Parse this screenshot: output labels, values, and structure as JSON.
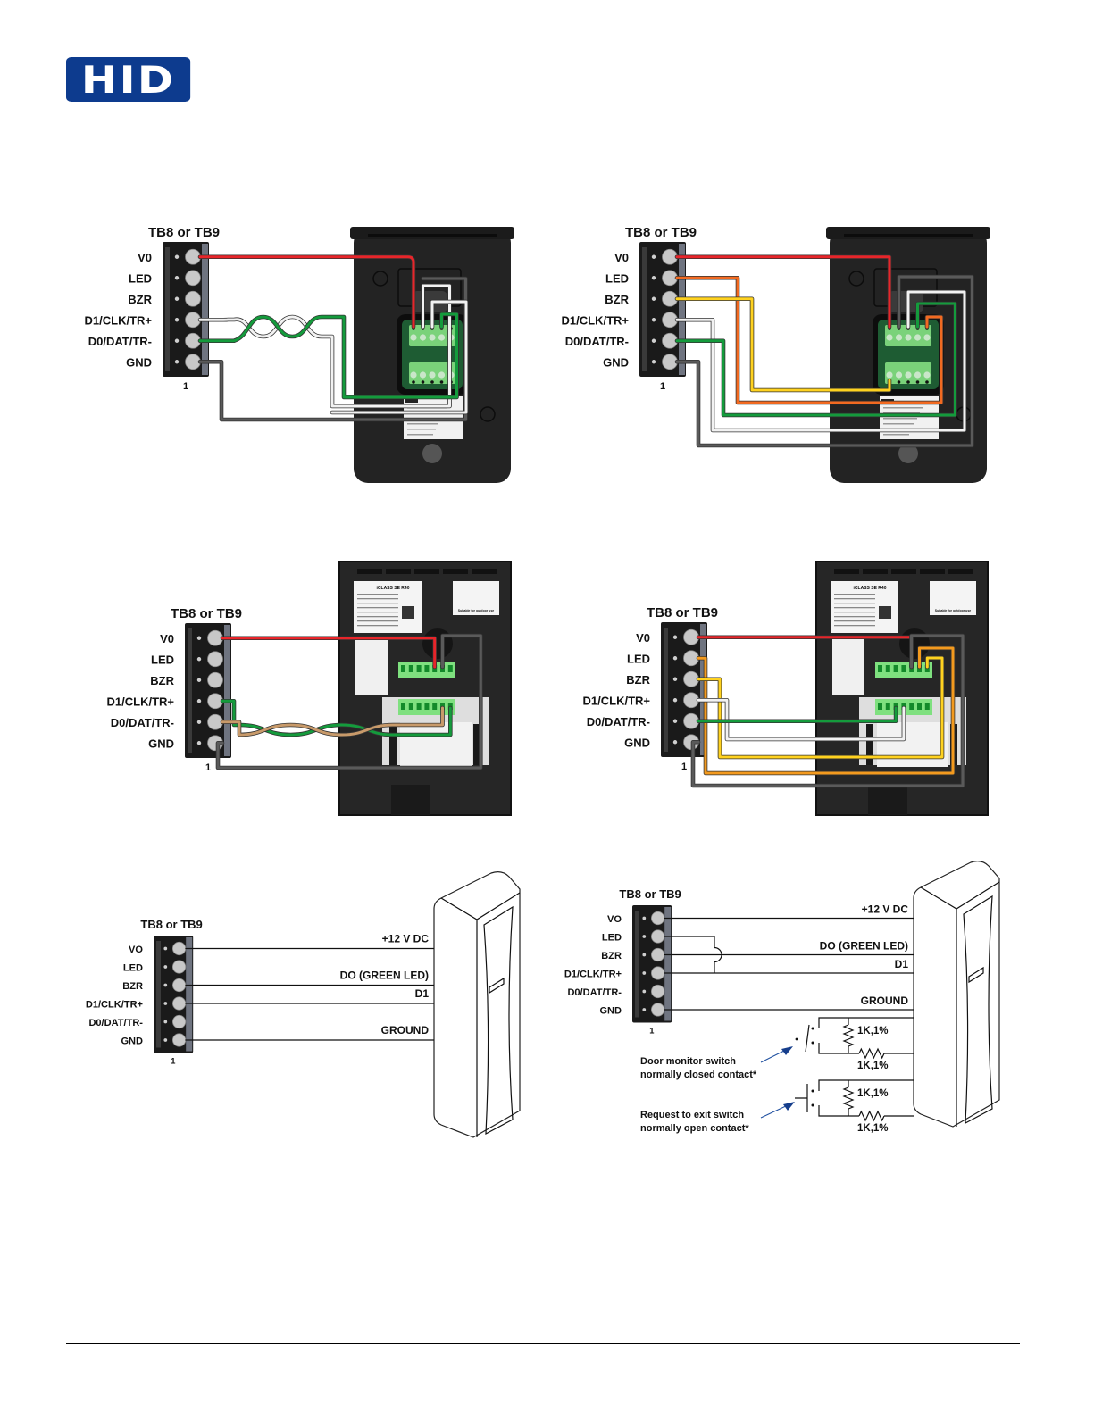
{
  "header": {
    "logo_text": "HID"
  },
  "terminal": {
    "title": "TB8 or TB9",
    "pins": [
      "V0",
      "LED",
      "BZR",
      "D1/CLK/TR+",
      "D0/DAT/TR-",
      "GND"
    ],
    "pins_alt": [
      "VO",
      "LED",
      "BZR",
      "D1/CLK/TR+",
      "D0/DAT/TR-",
      "GND"
    ],
    "pin_one_label": "1"
  },
  "wire_colors": {
    "power": "#e8252a",
    "led": "#f26a21",
    "led_alt": "#f39a1e",
    "buzzer": "#ffd21f",
    "data1": "#f2f2f2",
    "data0": "#149b3c",
    "ground": "#5a5a5a",
    "twisted_tan": "#c89a6a"
  },
  "diagrams": [
    {
      "id": "a",
      "title": "TB8 or TB9",
      "reader": "signo-back-wiegand-twisted"
    },
    {
      "id": "b",
      "title": "TB8 or TB9",
      "reader": "signo-back-full"
    },
    {
      "id": "c",
      "title": "TB8 or TB9",
      "reader": "iclass-se-r40-osdp-twisted",
      "label_lines": [
        "iCLASS SE R40",
        "Suitable for outdoor use"
      ]
    },
    {
      "id": "d",
      "title": "TB8 or TB9",
      "reader": "iclass-se-r40-full",
      "label_lines": [
        "iCLASS SE R40",
        "Suitable for outdoor use"
      ]
    },
    {
      "id": "e",
      "title": "TB8 or TB9",
      "reader": "pillar-reader",
      "wires": [
        "+12 V DC",
        "DO (GREEN LED)",
        "D1",
        "GROUND"
      ]
    },
    {
      "id": "f",
      "title": "TB8 or TB9",
      "reader": "pillar-reader",
      "wires": [
        "+12 V DC",
        "DO (GREEN LED)",
        "D1",
        "GROUND"
      ],
      "resistor_label": "1K,1%",
      "switches": [
        {
          "line1": "Door monitor switch",
          "line2": "normally closed contact*"
        },
        {
          "line1": "Request to exit switch",
          "line2": "normally open contact*"
        }
      ]
    }
  ]
}
